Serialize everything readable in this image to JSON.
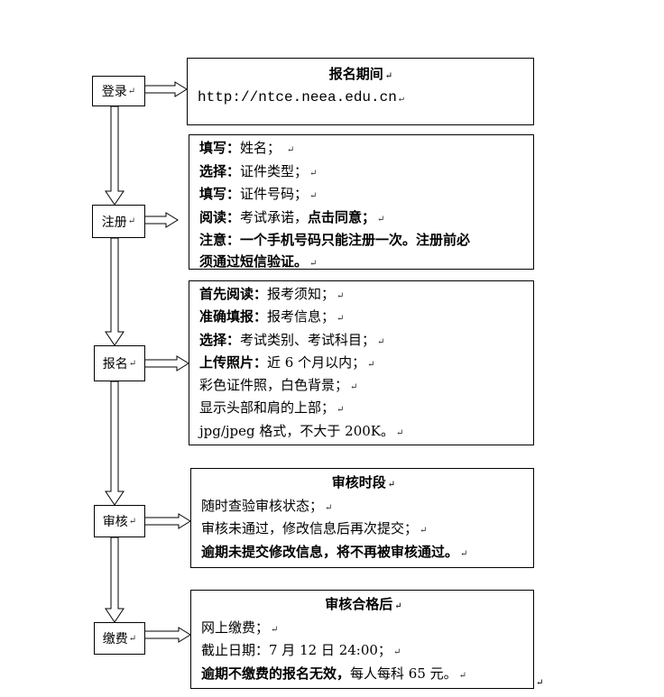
{
  "steps": [
    {
      "label": "登录"
    },
    {
      "label": "注册"
    },
    {
      "label": "报名"
    },
    {
      "label": "审核"
    },
    {
      "label": "缴费"
    }
  ],
  "mark": "↵",
  "box1": {
    "title": "报名期间",
    "url": "http://ntce.neea.edu.cn"
  },
  "box2": {
    "lines": [
      {
        "b": "填写：",
        "t": "姓名；",
        "s": " "
      },
      {
        "b": "选择：",
        "t": "证件类型；"
      },
      {
        "b": "填写：",
        "t": "证件号码；"
      },
      {
        "b": "阅读：",
        "t": "考试承诺，",
        "b2": "点击同意；"
      },
      {
        "b": "注意：一个手机号码只能注册一次。注册前必"
      },
      {
        "b": "须通过短信验证。"
      }
    ]
  },
  "box3": {
    "lines": [
      {
        "b": "首先阅读：",
        "t": "报考须知；"
      },
      {
        "b": "准确填报：",
        "t": "报考信息；"
      },
      {
        "b": "选择：",
        "t": "考试类别、考试科目；"
      },
      {
        "b": "上传照片：",
        "t": "近 6 个月以内；"
      },
      {
        "t": "彩色证件照，白色背景；"
      },
      {
        "t": "显示头部和肩的上部；"
      },
      {
        "t": "jpg/jpeg 格式，不大于 200K。"
      }
    ]
  },
  "box4": {
    "title": "审核时段",
    "lines": [
      {
        "t": "随时查验审核状态；"
      },
      {
        "t": "审核未通过，修改信息后再次提交；"
      },
      {
        "b": "逾期未提交修改信息，将不再被审核通过。"
      }
    ]
  },
  "box5": {
    "title": "审核合格后",
    "lines": [
      {
        "t": "网上缴费；"
      },
      {
        "t": "截止日期：7 月 12 日 24:00；"
      },
      {
        "b": "逾期不缴费的报名无效，",
        "t": "每人每科 65 元。"
      }
    ]
  }
}
